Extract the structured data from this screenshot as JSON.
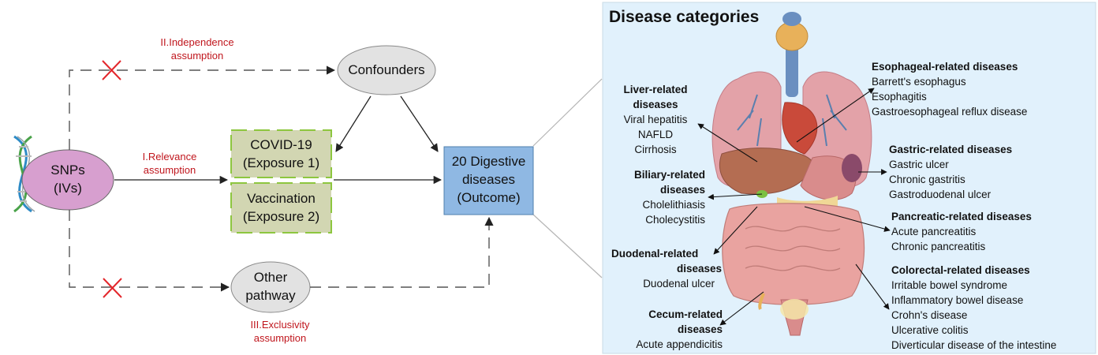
{
  "left": {
    "snp_lines": [
      "SNPs",
      "(IVs)"
    ],
    "confounders": "Confounders",
    "exposure1_lines": [
      "COVID-19",
      "(Exposure 1)"
    ],
    "exposure2_lines": [
      "Vaccination",
      "(Exposure 2)"
    ],
    "outcome_lines": [
      "20 Digestive",
      "diseases",
      "(Outcome)"
    ],
    "other_lines": [
      "Other",
      "pathway"
    ],
    "assumption_independence": [
      "II.Independence",
      "assumption"
    ],
    "assumption_relevance": [
      "I.Relevance",
      "assumption"
    ],
    "assumption_exclusivity": [
      "III.Exclusivity",
      "assumption"
    ]
  },
  "panel": {
    "title": "Disease categories",
    "liver": {
      "title": [
        "Liver-related",
        "diseases"
      ],
      "items": [
        "Viral hepatitis",
        "NAFLD",
        "Cirrhosis"
      ]
    },
    "biliary": {
      "title": [
        "Biliary-related",
        "diseases"
      ],
      "items": [
        "Cholelithiasis",
        "Cholecystitis"
      ]
    },
    "duodenal": {
      "title": [
        "Duodenal-related",
        "diseases"
      ],
      "items": [
        "Duodenal ulcer"
      ]
    },
    "cecum": {
      "title": [
        "Cecum-related",
        "diseases"
      ],
      "items": [
        "Acute appendicitis"
      ]
    },
    "esophageal": {
      "title": [
        "Esophageal-related diseases"
      ],
      "items": [
        "Barrett's esophagus",
        "Esophagitis",
        "Gastroesophageal reflux disease"
      ]
    },
    "gastric": {
      "title": [
        "Gastric-related diseases"
      ],
      "items": [
        "Gastric ulcer",
        "Chronic gastritis",
        "Gastroduodenal ulcer"
      ]
    },
    "pancreatic": {
      "title": [
        "Pancreatic-related diseases"
      ],
      "items": [
        "Acute pancreatitis",
        "Chronic pancreatitis"
      ]
    },
    "colorectal": {
      "title": [
        "Colorectal-related diseases"
      ],
      "items": [
        "Irritable bowel syndrome",
        "Inflammatory bowel disease",
        "Crohn's disease",
        "Ulcerative colitis",
        "Diverticular disease of the intestine"
      ]
    }
  },
  "colors": {
    "snp_fill": "#d79fcf",
    "exposure_fill": "#d2d6b2",
    "exposure_dash": "#8dc63f",
    "outcome_fill": "#8fb8e3",
    "node_grey": "#e2e2e2",
    "panel_fill": "#e1f1fc",
    "assumption_red": "#c0161d",
    "cross_red": "#e3262b"
  },
  "icons": [
    "dna-icon",
    "cross-icon",
    "digestive-organs-illustration"
  ]
}
